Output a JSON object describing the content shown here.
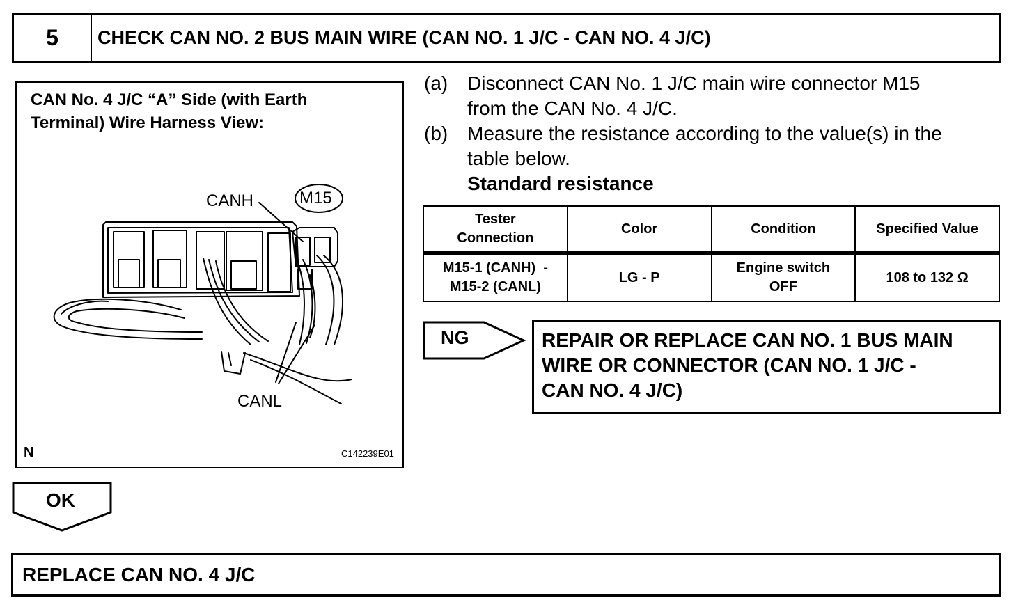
{
  "header": {
    "step_number": "5",
    "title": "CHECK CAN NO. 2 BUS MAIN WIRE (CAN NO. 1 J/C - CAN NO. 4 J/C)"
  },
  "figure": {
    "title_line1": "CAN No. 4 J/C “A” Side (with Earth",
    "title_line2": "Terminal) Wire Harness View:",
    "label_canh": "CANH",
    "label_canl": "CANL",
    "label_connector": "M15",
    "corner_label": "N",
    "figure_code": "C142239E01"
  },
  "instructions": {
    "a_letter": "(a)",
    "a_line1": "Disconnect CAN No. 1 J/C main wire connector M15",
    "a_line2": "from the CAN No. 4 J/C.",
    "b_letter": "(b)",
    "b_line1": "Measure the resistance according to the value(s) in the",
    "b_line2": "table below.",
    "standard_label": "Standard resistance"
  },
  "table": {
    "headers": {
      "tester_line1": "Tester",
      "tester_line2": "Connection",
      "color": "Color",
      "condition": "Condition",
      "specified": "Specified Value"
    },
    "rows": [
      {
        "tester_line1": "M15-1 (CANH)  -",
        "tester_line2": "M15-2 (CANL)",
        "color": "LG - P",
        "condition_line1": "Engine switch",
        "condition_line2": "OFF",
        "specified": "108 to 132 Ω"
      }
    ]
  },
  "ng": {
    "label": "NG",
    "result_line1": "REPAIR OR REPLACE CAN NO. 1 BUS MAIN",
    "result_line2": "WIRE OR CONNECTOR (CAN NO. 1 J/C -",
    "result_line3": "CAN NO. 4 J/C)"
  },
  "ok": {
    "label": "OK"
  },
  "final": {
    "text": "REPLACE CAN NO. 4 J/C"
  }
}
